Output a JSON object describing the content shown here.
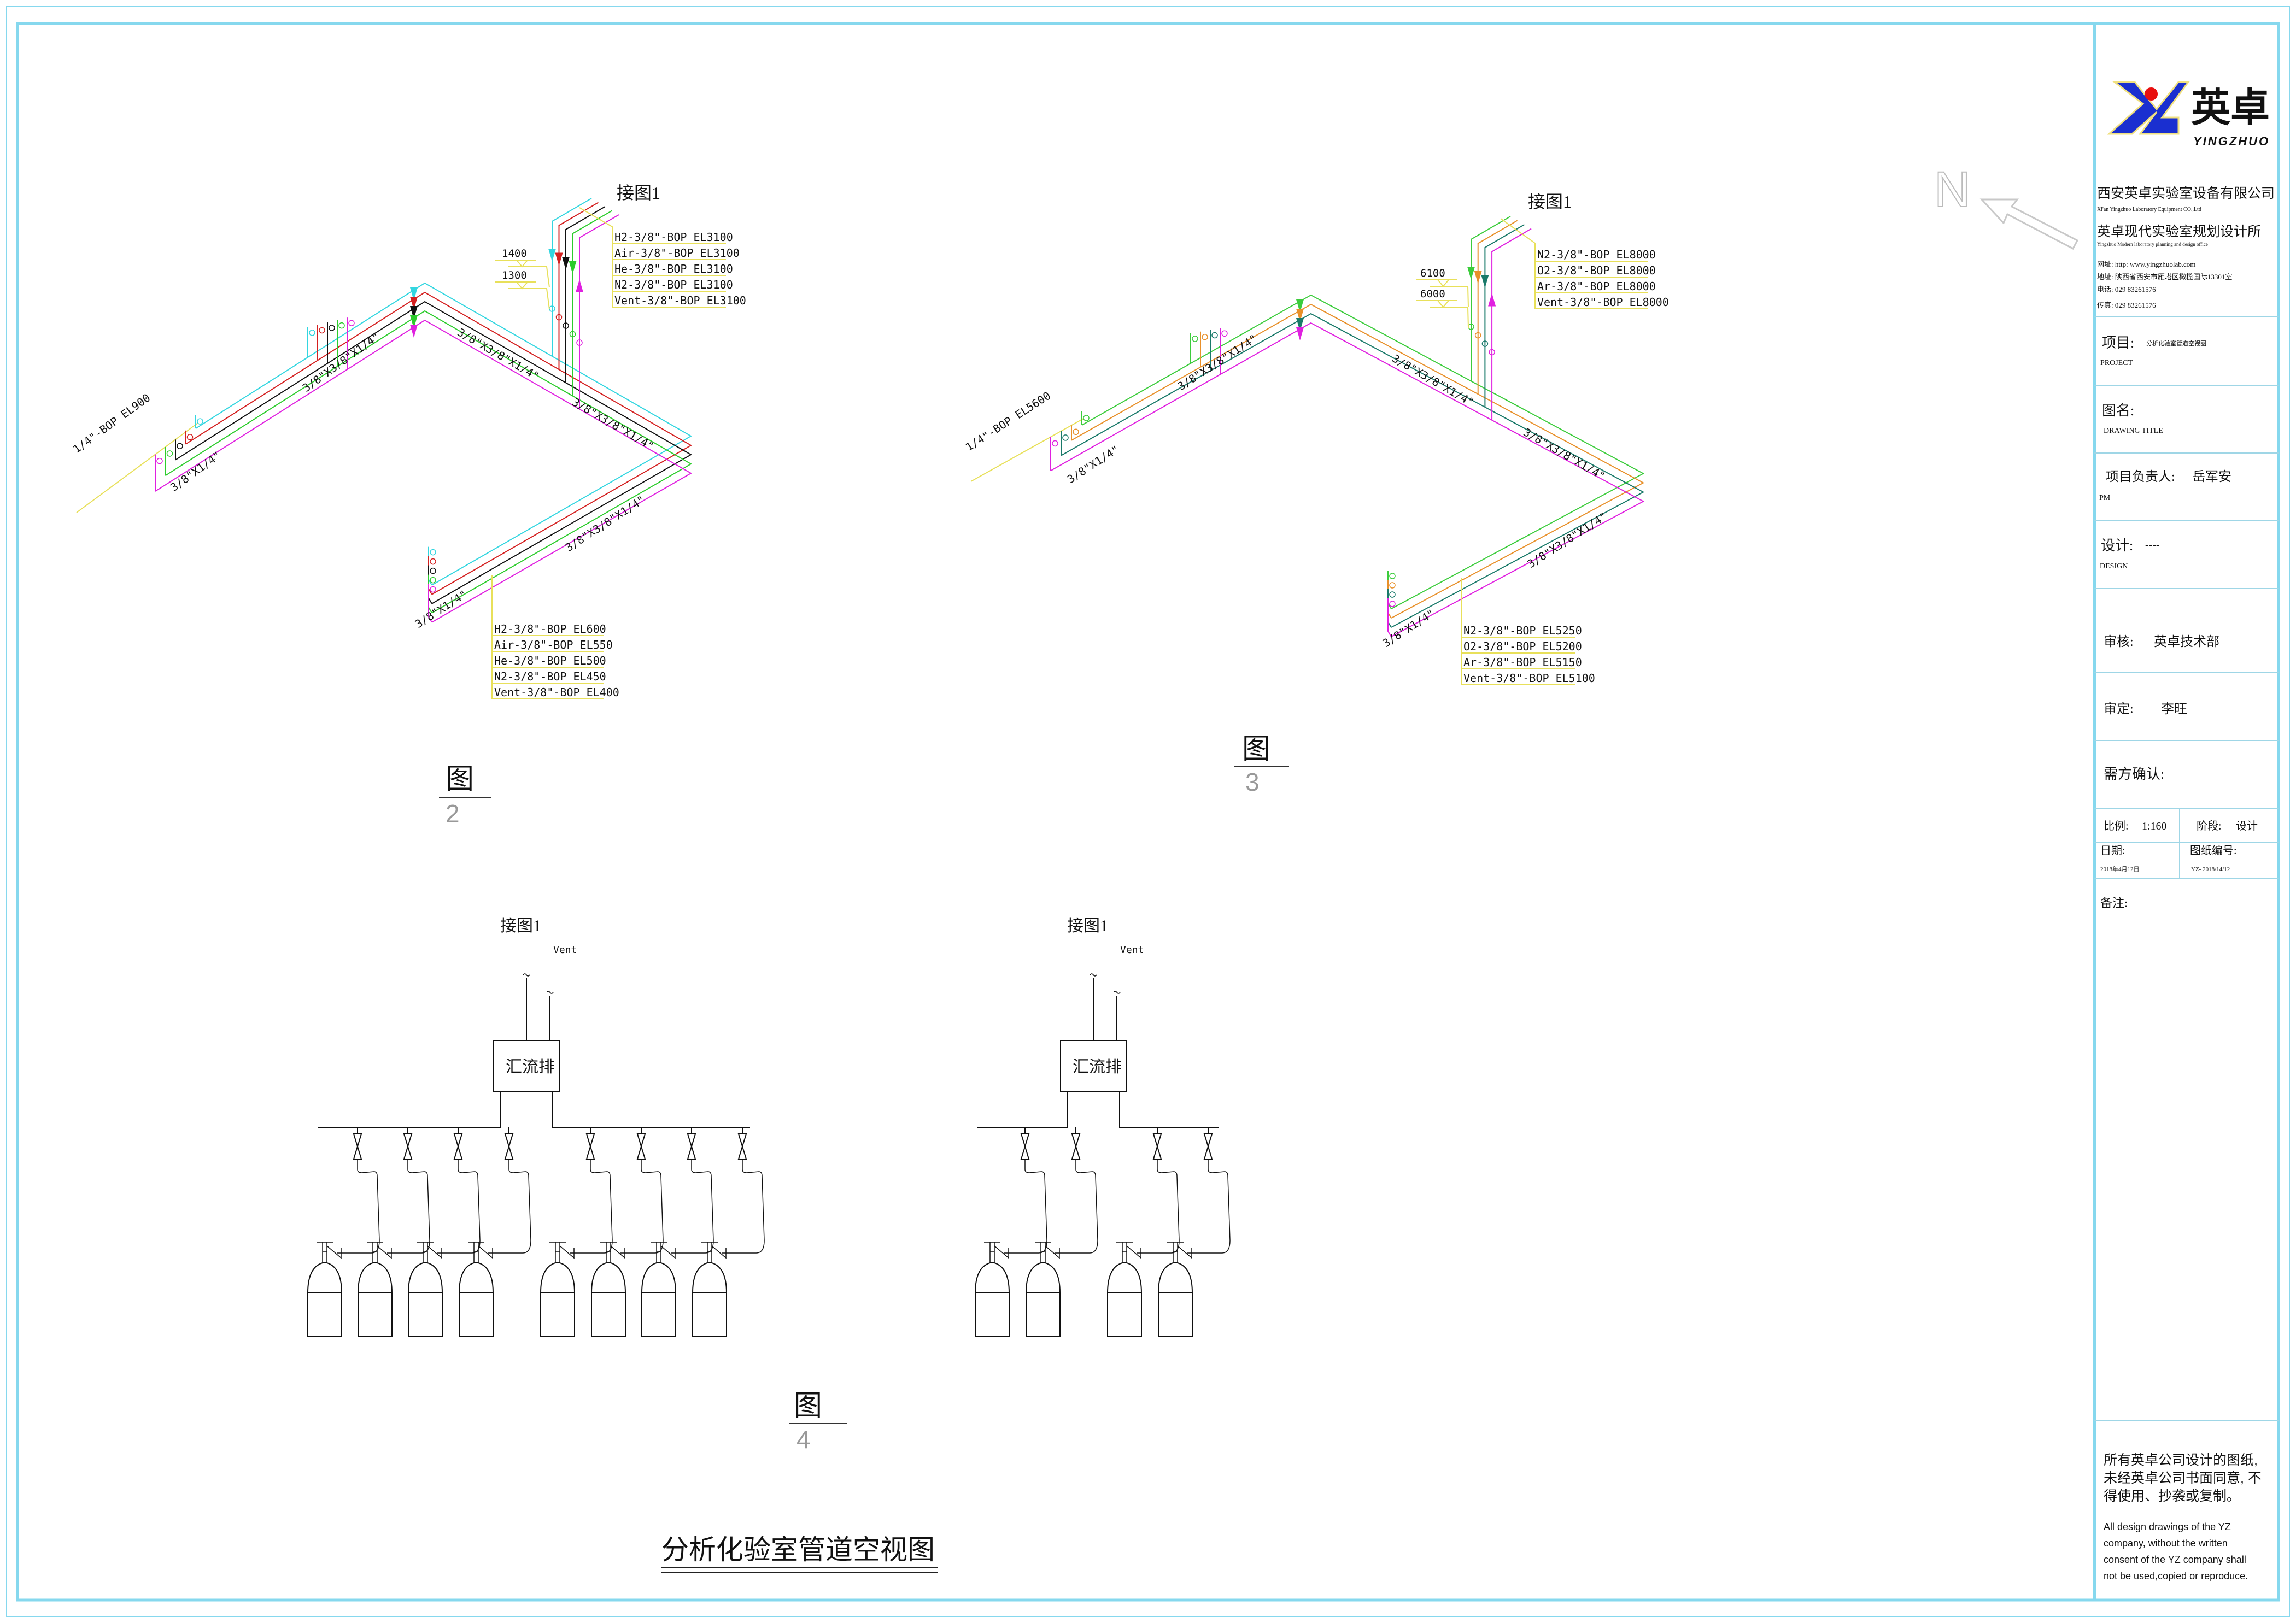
{
  "drawing": {
    "title": "分析化验室管道空视图"
  },
  "north": {
    "label": "N"
  },
  "fig2": {
    "connect_label": "接图1",
    "caption": "图",
    "number": "2",
    "elevations": [
      "1400",
      "1300"
    ],
    "top_labels": [
      "H2-3/8\"-BOP EL3100",
      "Air-3/8\"-BOP EL3100",
      "He-3/8\"-BOP EL3100",
      "N2-3/8\"-BOP EL3100",
      "Vent-3/8\"-BOP EL3100"
    ],
    "bottom_labels": [
      "H2-3/8\"-BOP EL600",
      "Air-3/8\"-BOP EL550",
      "He-3/8\"-BOP EL500",
      "N2-3/8\"-BOP EL450",
      "Vent-3/8\"-BOP EL400"
    ],
    "supply_label": "1/4\"-BOP EL900",
    "size_labels": [
      "3/8\"X1/4\"",
      "3/8\"X3/8\"X1/4\"",
      "3/8\"X3/8\"X1/4\"",
      "3/8\"X3/8\"X1/4\"",
      "3/8\"X3/8\"X1/4\"",
      "3/8\"X1/4\""
    ],
    "gas_colors": [
      "#33d6e0",
      "#d42020",
      "#111111",
      "#2ccc2c",
      "#e020e0"
    ]
  },
  "fig3": {
    "connect_label": "接图1",
    "caption": "图",
    "number": "3",
    "elevations": [
      "6100",
      "6000"
    ],
    "top_labels": [
      "N2-3/8\"-BOP EL8000",
      "O2-3/8\"-BOP EL8000",
      "Ar-3/8\"-BOP EL8000",
      "Vent-3/8\"-BOP EL8000"
    ],
    "bottom_labels": [
      "N2-3/8\"-BOP EL5250",
      "O2-3/8\"-BOP EL5200",
      "Ar-3/8\"-BOP EL5150",
      "Vent-3/8\"-BOP EL5100"
    ],
    "supply_label": "1/4\"-BOP EL5600",
    "size_labels": [
      "3/8\"X1/4\"",
      "3/8\"X3/8\"X1/4\"",
      "3/8\"X3/8\"X1/4\"",
      "3/8\"X3/8\"X1/4\"",
      "3/8\"X3/8\"X1/4\"",
      "3/8\"X1/4\""
    ],
    "gas_colors": [
      "#3ccc3c",
      "#e8902a",
      "#1a7a6a",
      "#e020e0"
    ]
  },
  "fig4": {
    "caption": "图",
    "number": "4",
    "manifolds": [
      {
        "connect_label": "接图1",
        "vent_label": "Vent",
        "box_label": "汇流排",
        "cylinders": 8
      },
      {
        "connect_label": "接图1",
        "vent_label": "Vent",
        "box_label": "汇流排",
        "cylinders": 4
      }
    ]
  },
  "title_block": {
    "logo": {
      "cn": "英卓",
      "en": "YINGZHUO",
      "blue": "#1a2fd0",
      "red": "#e81010"
    },
    "company_cn": "西安英卓实验室设备有限公司",
    "company_en": "Xi'an Yingzhuo Laboratory Equipment CO.,Ltd",
    "institute_cn": "英卓现代实验室规划设计所",
    "institute_en": "Yingzhuo Modern laboratory planning and design office",
    "website": "网址: http:  www.yingzhuolab.com",
    "address": "地址: 陕西省西安市雁塔区橄榄国际13301室",
    "phone": "电话: 029 83261576",
    "fax": "传真: 029 83261576",
    "project_label": "项目:",
    "project_value": "分析化验室管道空视图",
    "project_en": "PROJECT",
    "drawing_title_label": "图名:",
    "drawing_title_en": "DRAWING TITLE",
    "pm_label": "项目负责人:",
    "pm_value": "岳军安",
    "pm_en": "PM",
    "design_label": "设计:",
    "design_value": "----",
    "design_en": "DESIGN",
    "review_label": "审核:",
    "review_value": "英卓技术部",
    "approve_label": "审定:",
    "approve_value": "李旺",
    "client_confirm_label": "需方确认:",
    "scale_label": "比例:",
    "scale_value": "1:160",
    "stage_label": "阶段:",
    "stage_value": "设计",
    "date_label": "日期:",
    "date_value": "2018年4月12日",
    "drawing_no_label": "图纸编号:",
    "drawing_no_value": "YZ- 2018/14/12",
    "remarks_label": "备注:",
    "notice_cn": [
      "所有英卓公司设计的图纸,",
      "未经英卓公司书面同意, 不",
      "得使用、抄袭或复制。"
    ],
    "notice_en": [
      "All design drawings of the YZ",
      "company, without the written",
      "consent of the YZ company shall",
      "not be used,copied or reproduce."
    ]
  }
}
